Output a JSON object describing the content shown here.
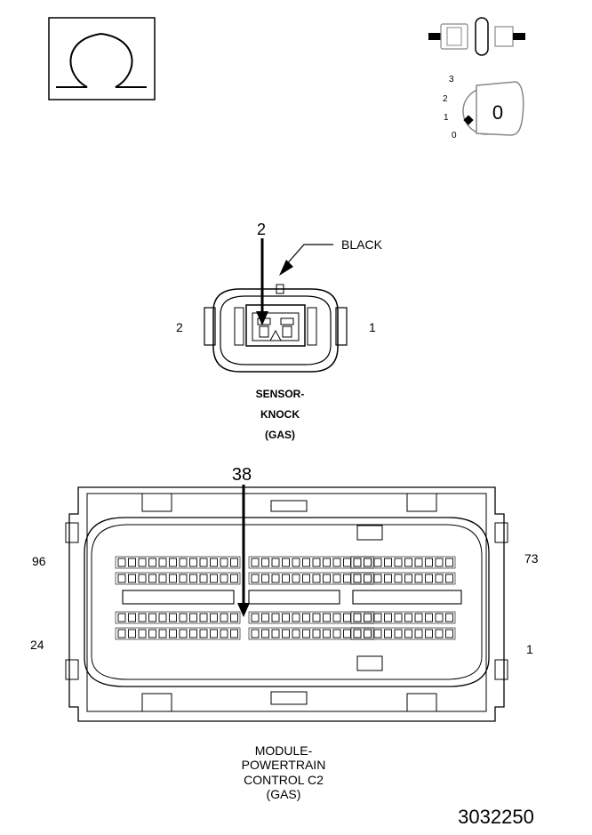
{
  "ohmmeter_icon": {
    "symbol": "Ω",
    "name": "ohm-icon"
  },
  "ignition_icon": {
    "name": "ignition-key-icon",
    "key_label": "0",
    "positions": [
      "3",
      "2",
      "1",
      "0"
    ]
  },
  "sensor_connector": {
    "pin_callout": "2",
    "color_label": "BLACK",
    "left_pin_number": "2",
    "right_pin_number": "1",
    "name_lines": [
      "SENSOR-",
      "KNOCK",
      "(GAS)"
    ]
  },
  "pcm_connector": {
    "pin_callout": "38",
    "pin_96": "96",
    "pin_73": "73",
    "pin_24": "24",
    "pin_1": "1",
    "name_lines": [
      "MODULE-",
      "POWERTRAIN",
      "CONTROL C2",
      "(GAS)"
    ]
  },
  "figure_number": "3032250"
}
